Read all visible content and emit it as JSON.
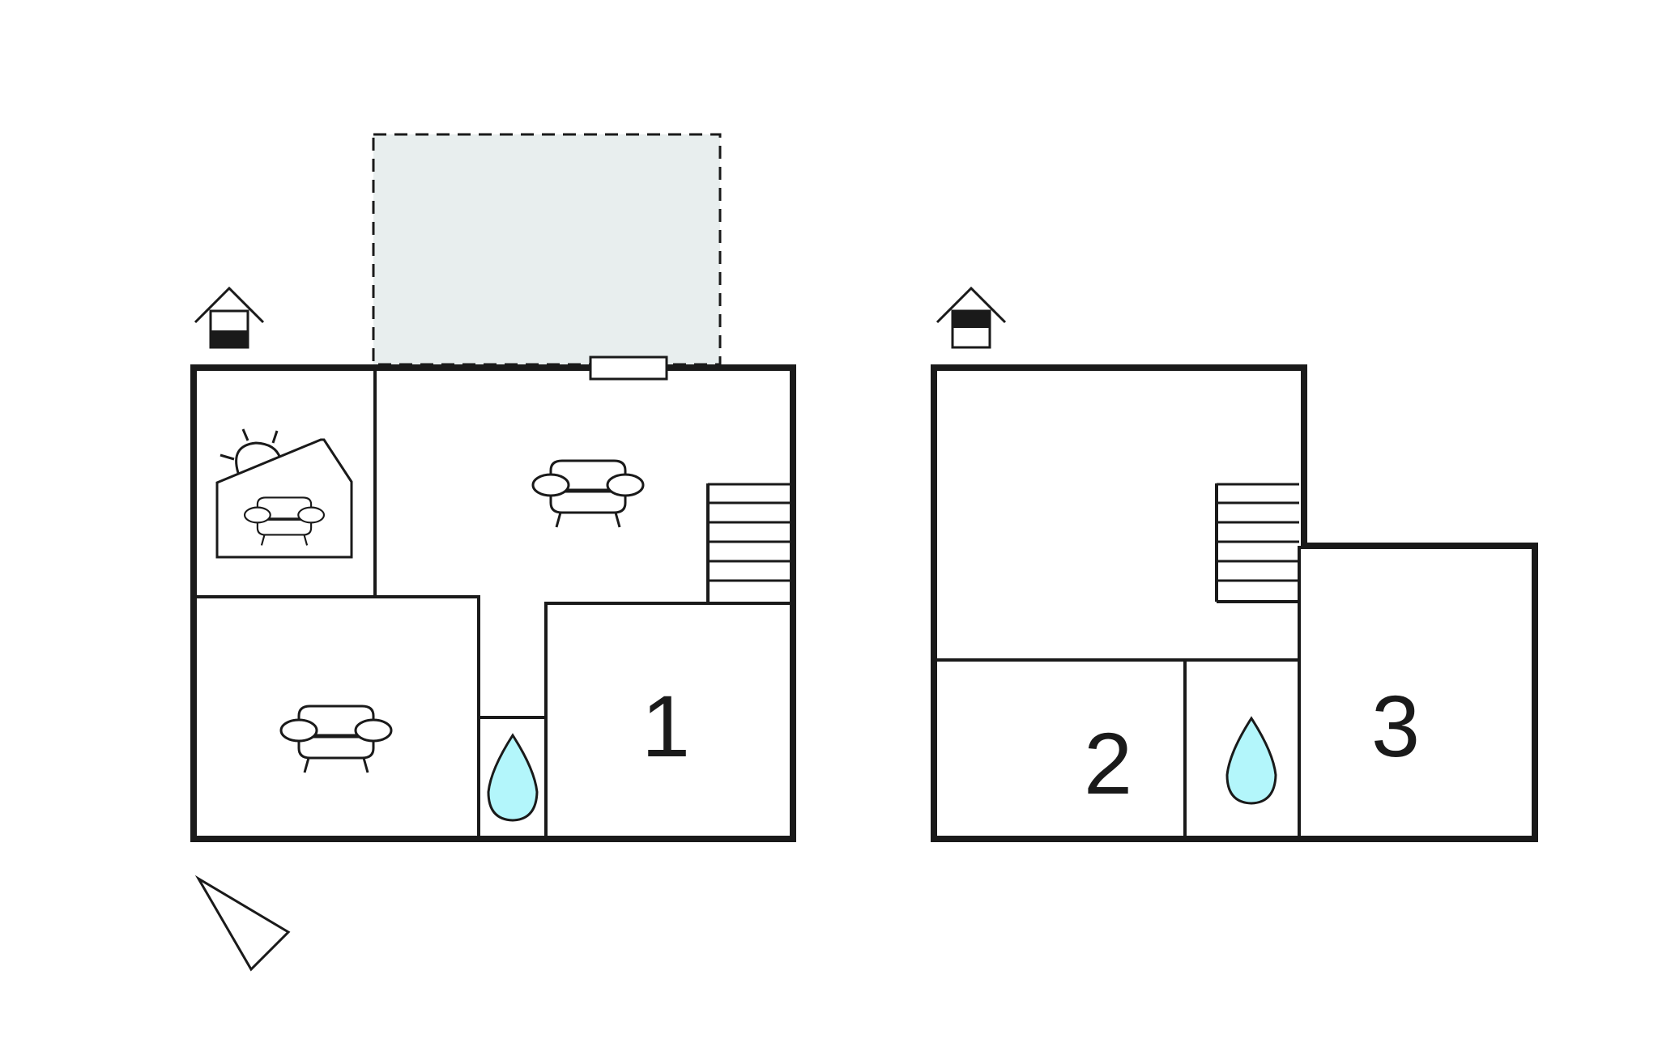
{
  "floors": [
    {
      "id": "ground",
      "icon": "house-ground-floor-icon",
      "rooms": [
        {
          "id": "conservatory",
          "type": "living-area",
          "icons": [
            "sun-icon",
            "sofa-icon"
          ]
        },
        {
          "id": "living-room-main",
          "type": "living-area",
          "icons": [
            "sofa-icon"
          ]
        },
        {
          "id": "living-room-lower",
          "type": "living-area",
          "icons": [
            "sofa-icon"
          ]
        },
        {
          "id": "bathroom-ground",
          "type": "bathroom",
          "icons": [
            "water-drop-icon"
          ]
        },
        {
          "id": "bedroom-1",
          "type": "bedroom",
          "label": "1"
        },
        {
          "id": "stairs-ground",
          "type": "stairs"
        }
      ],
      "terrace": {
        "id": "terrace",
        "style": "dashed"
      },
      "compass": "north-arrow-icon"
    },
    {
      "id": "upper",
      "icon": "house-upper-floor-icon",
      "rooms": [
        {
          "id": "landing",
          "type": "hall"
        },
        {
          "id": "bedroom-2",
          "type": "bedroom",
          "label": "2"
        },
        {
          "id": "bathroom-upper",
          "type": "bathroom",
          "icons": [
            "water-drop-icon"
          ]
        },
        {
          "id": "bedroom-3",
          "type": "bedroom",
          "label": "3"
        },
        {
          "id": "stairs-upper",
          "type": "stairs"
        }
      ]
    }
  ],
  "colors": {
    "wall": "#1a1a1a",
    "terrace_fill": "#e8eeee",
    "water_drop": "#b3f6fb",
    "background": "#ffffff"
  }
}
